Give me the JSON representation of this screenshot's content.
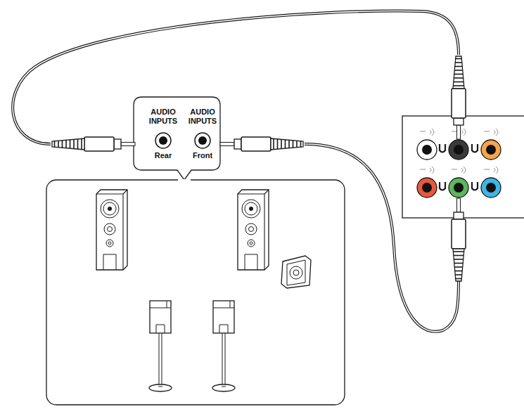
{
  "diagram": {
    "nodes": [
      {
        "text": [
          "AUDIO INPUTS",
          "Rear"
        ]
      },
      {
        "text": [
          "AUDIO INPUTS",
          "Front"
        ]
      }
    ]
  }
}
